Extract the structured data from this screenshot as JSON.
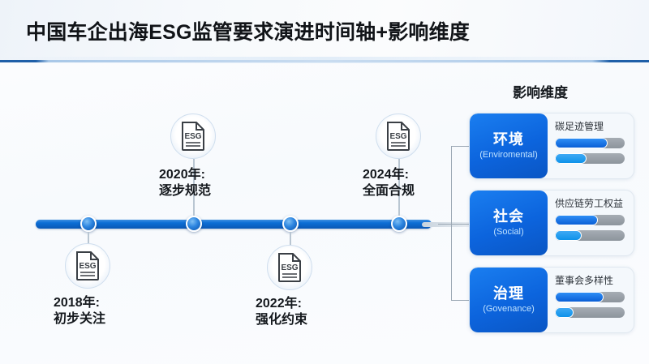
{
  "header": {
    "title": "中国车企出海ESG监管要求演进时间轴+影响维度"
  },
  "timeline": {
    "milestones": [
      {
        "icon": "esg-document-icon",
        "year": "2018年:",
        "label": "初步关注",
        "position": "below"
      },
      {
        "icon": "esg-document-icon",
        "year": "2020年:",
        "label": "逐步规范",
        "position": "above"
      },
      {
        "icon": "esg-document-icon",
        "year": "2022年:",
        "label": "强化约束",
        "position": "below"
      },
      {
        "icon": "esg-document-icon",
        "year": "2024年:",
        "label": "全面合规",
        "position": "above"
      }
    ],
    "icon_text": "ESG"
  },
  "dimensions": {
    "title": "影响维度",
    "cards": [
      {
        "cn": "环境",
        "en": "(Enviromental)",
        "metric": "碳足迹管理",
        "bars": [
          {
            "fill_percent": 75,
            "tone": "dark"
          },
          {
            "fill_percent": 45,
            "tone": "light"
          }
        ]
      },
      {
        "cn": "社会",
        "en": "(Social)",
        "metric": "供应链劳工权益",
        "bars": [
          {
            "fill_percent": 62,
            "tone": "dark"
          },
          {
            "fill_percent": 38,
            "tone": "light"
          }
        ]
      },
      {
        "cn": "治理",
        "en": "(Govenance)",
        "metric": "董事会多样性",
        "bars": [
          {
            "fill_percent": 70,
            "tone": "dark"
          },
          {
            "fill_percent": 27,
            "tone": "light"
          }
        ]
      }
    ]
  },
  "colors": {
    "accent_blue": "#0c64dd",
    "deep_blue": "#0a54ad",
    "light_blue": "#3fa9f5",
    "track_gray": "#8c949c",
    "title_dark": "#111418",
    "connector_gray": "#9aa7b3"
  }
}
